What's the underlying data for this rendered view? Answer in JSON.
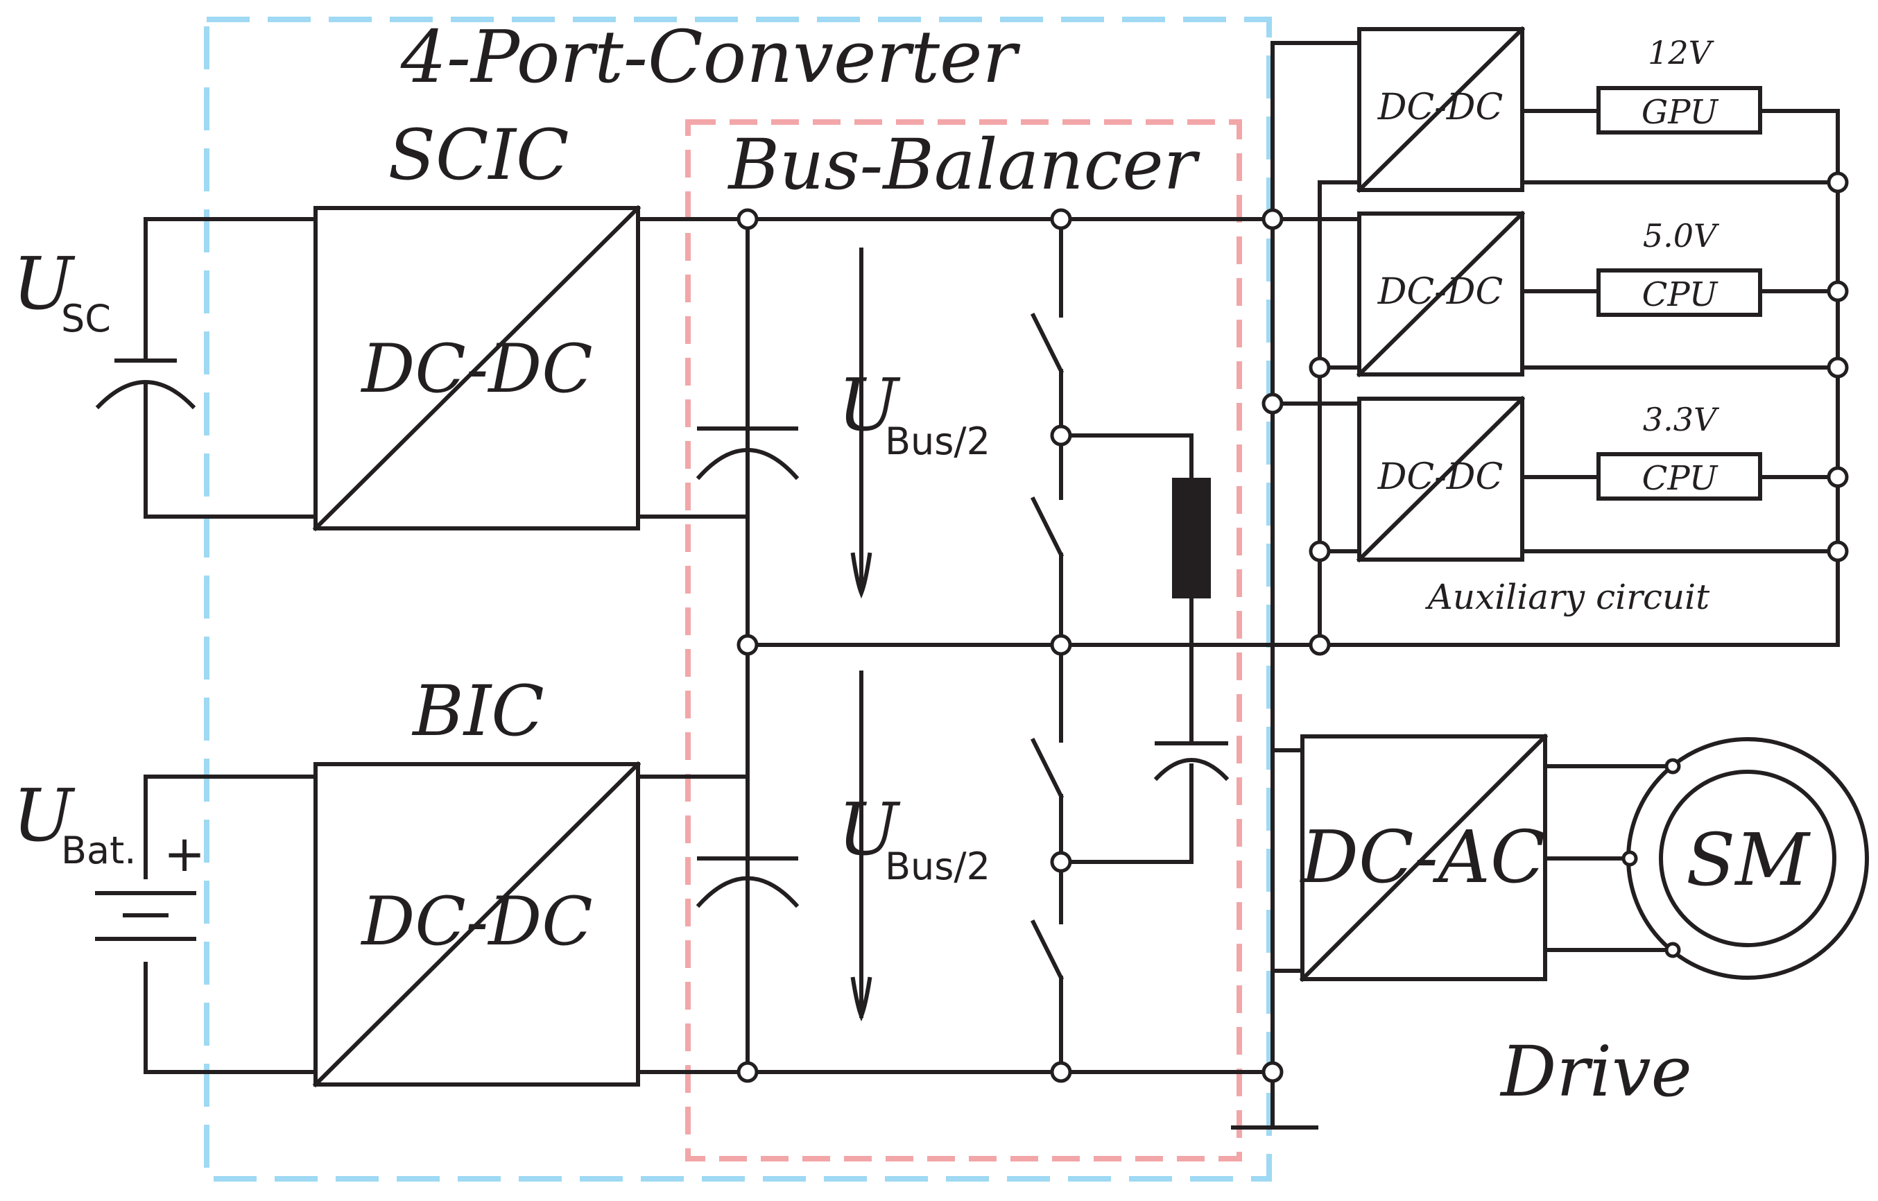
{
  "labels": {
    "converter": "4-Port-Converter",
    "scic": "SCIC",
    "bic": "BIC",
    "bus_balancer": "Bus-Balancer",
    "dcdc": "DC-DC",
    "dcac": "DC-AC",
    "sm": "SM",
    "drive": "Drive",
    "auxiliary": "Auxiliary circuit",
    "u": "U",
    "u_sc_sub": "SC",
    "u_bat_sub": "Bat.",
    "plus": "+",
    "u_bus_sub": "Bus/2"
  },
  "aux_loads": [
    {
      "voltage": "12V",
      "load": "GPU"
    },
    {
      "voltage": "5.0V",
      "load": "CPU"
    },
    {
      "voltage": "3.3V",
      "load": "CPU"
    }
  ],
  "colors": {
    "wire": "#231f20",
    "converter_border": "#9fd9f3",
    "balancer_border": "#f2a6a8",
    "resistor_fill": "#231f20"
  }
}
